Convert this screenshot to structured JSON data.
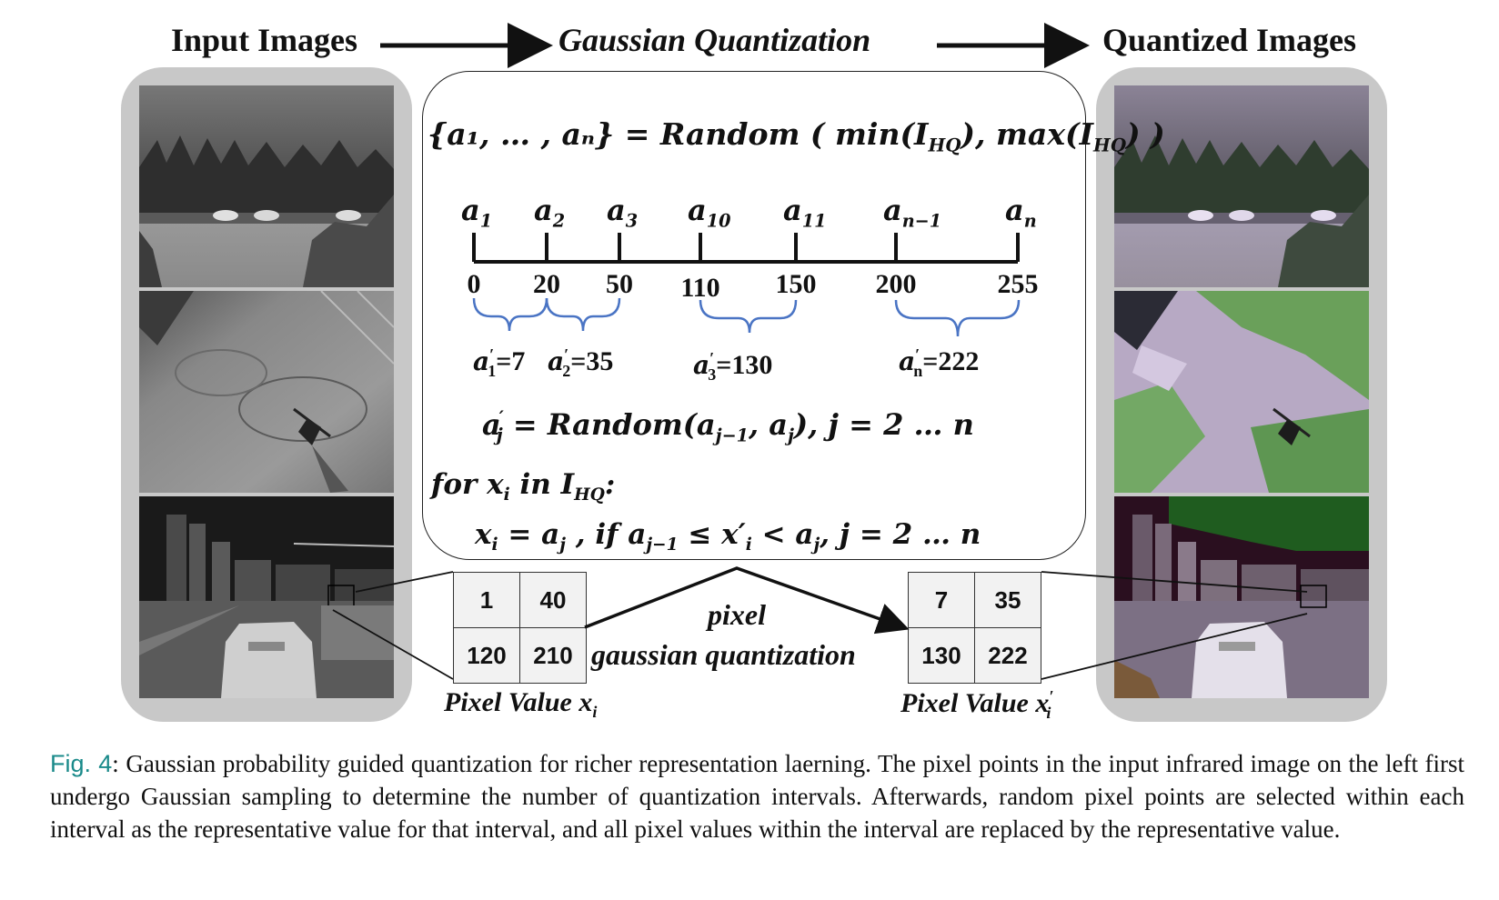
{
  "headers": {
    "input": "Input Images",
    "middle": "Gaussian Quantization",
    "output": "Quantized Images"
  },
  "formula_top": "{a₁, … , aₙ} = Random ( min(I",
  "formula_top_sub1": "HQ",
  "formula_top_mid": "), max(I",
  "formula_top_sub2": "HQ",
  "formula_top_end": ") )",
  "axis": {
    "anchors": [
      {
        "base": "a",
        "sub": "1"
      },
      {
        "base": "a",
        "sub": "2"
      },
      {
        "base": "a",
        "sub": "3"
      },
      {
        "base": "a",
        "sub": "10"
      },
      {
        "base": "a",
        "sub": "11"
      },
      {
        "base": "a",
        "sub": "n−1"
      },
      {
        "base": "a",
        "sub": "n"
      }
    ],
    "values": [
      "0",
      "20",
      "50",
      "110",
      "150",
      "200",
      "255"
    ]
  },
  "reps": [
    {
      "sub": "1",
      "eq": "=7"
    },
    {
      "sub": "2",
      "eq": "=35"
    },
    {
      "sub": "3",
      "eq": "=130"
    },
    {
      "sub": "n",
      "eq": "=222"
    }
  ],
  "formula_aj": "= Random(a",
  "formula_aj_sub1": "j−1",
  "formula_aj_mid": ", a",
  "formula_aj_sub2": "j",
  "formula_aj_end": "), j = 2 … n",
  "formula_for": "for x",
  "formula_for_sub": "i",
  "formula_for_mid": " in I",
  "formula_for_sub2": "HQ",
  "formula_for_end": ":",
  "formula_assign_left": "x",
  "formula_assign_eq": " = a",
  "formula_assign_if": " , if   a",
  "formula_assign_cond1": "j−1",
  "formula_assign_cond2": " ≤ x′",
  "formula_assign_cond3": "i",
  "formula_assign_cond4": " < a",
  "formula_assign_cond5": "j",
  "formula_assign_cond6": ", j = 2 … n",
  "table_in": [
    [
      "1",
      "40"
    ],
    [
      "120",
      "210"
    ]
  ],
  "table_out": [
    [
      "7",
      "35"
    ],
    [
      "130",
      "222"
    ]
  ],
  "mid_label_line1": "pixel",
  "mid_label_line2": "gaussian quantization",
  "pixel_value_in": "Pixel Value x",
  "pixel_value_in_sub": "i",
  "pixel_value_out": "Pixel Value x",
  "pixel_value_out_sub": "i",
  "caption_label": "Fig. 4",
  "caption_text": ": Gaussian probability guided quantization for richer representation laerning. The pixel points in the input infrared image on the left first undergo Gaussian sampling to determine the number of quantization intervals. Afterwards, random pixel points are selected within each interval as the representative value for that interval, and all pixel values within the interval are replaced by the representative value.",
  "colors": {
    "brace": "#4a74c4",
    "panel": "#c8c8c8",
    "caption_label": "#1a8a8a"
  }
}
